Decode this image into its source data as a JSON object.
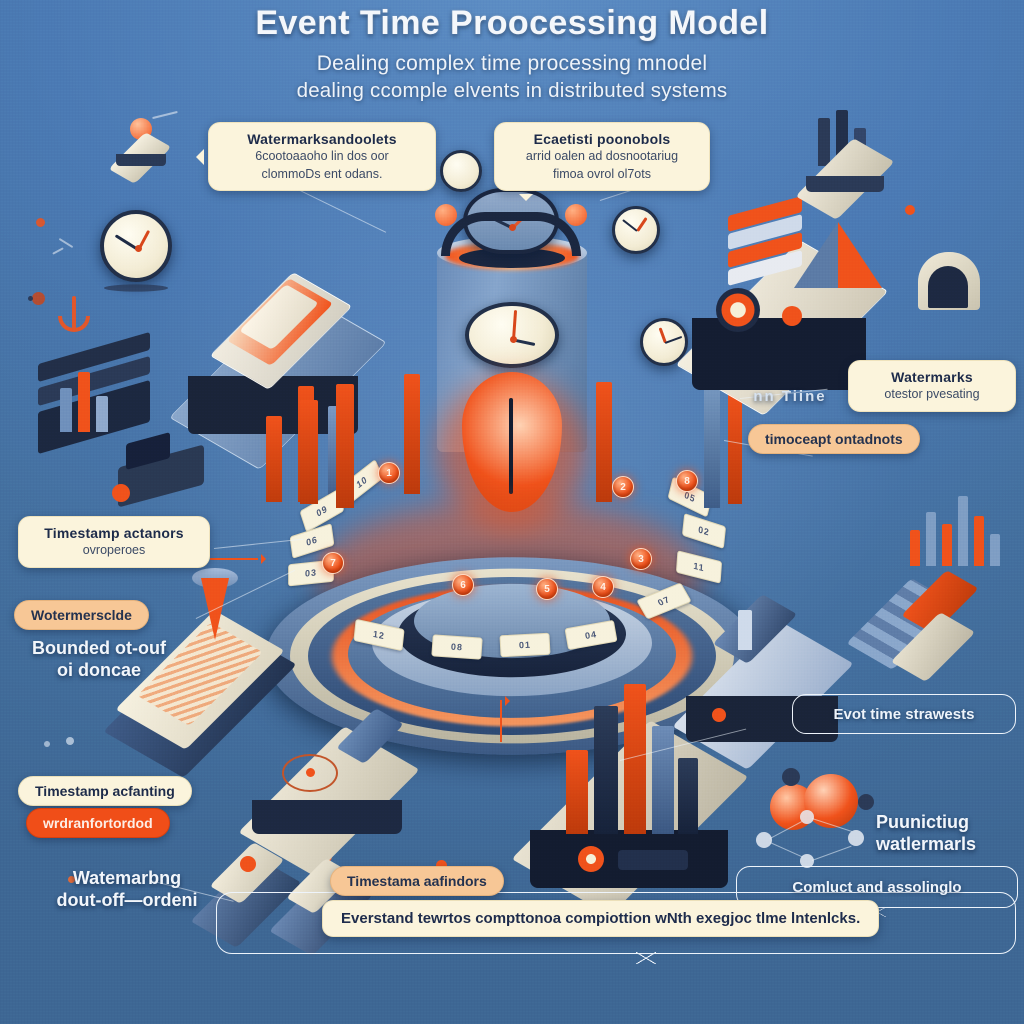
{
  "header": {
    "title": "Event Time Proocessing Model",
    "subtitle_line1": "Dealing complex time processing mnodel",
    "subtitle_line2": "dealing ccomple elvents in distributed systems"
  },
  "colors": {
    "background_blue": "#4b7ab4",
    "accent_orange": "#f0521b",
    "cream": "#fbf4dc",
    "peach": "#f7c796",
    "dark_navy": "#1e2b45",
    "steel": "#7f9ec4"
  },
  "callouts": [
    {
      "id": "watermarks-windows",
      "heading": "Watermarksandoolets",
      "body_line1": "6cootoaaoho lin dos oor",
      "body_line2": "clommoDs ent odans."
    },
    {
      "id": "event-protocols",
      "heading": "Ecaetisti poonobols",
      "body_line1": "arrid oalen ad dosnootariug",
      "body_line2": "fimoa ovrol ol7ots"
    },
    {
      "id": "watermarks-right",
      "heading": "Watermarks",
      "body_line1": "otestor pvesating"
    },
    {
      "id": "timestamp-allocators",
      "heading": "Timestamp actanors",
      "body_line1": "ovroperoes"
    }
  ],
  "pills": [
    {
      "id": "timestamp-annotations",
      "label": "timoceapt ontadnots",
      "style": "peach"
    },
    {
      "id": "watermarks-side",
      "label": "Wotermersclde",
      "style": "peach"
    },
    {
      "id": "timestamp-adjusting",
      "label": "Timestamp acfanting",
      "style": "cream"
    },
    {
      "id": "window-forwarded",
      "label": "wrdranfortordod",
      "style": "orange"
    },
    {
      "id": "timestamp-windows",
      "label": "Timestama aafindors",
      "style": "peach"
    }
  ],
  "free_labels": [
    {
      "id": "bounded-out-of-order",
      "line1": "Bounded ot-ouf",
      "line2": "oi doncae"
    },
    {
      "id": "watermarking-out-of-order",
      "line1": "Watemarbng",
      "line2": "dout-off—ordeni"
    },
    {
      "id": "punctuating-watermarks",
      "line1": "Puunictiug",
      "line2": "watlermarls"
    },
    {
      "id": "time-axis",
      "line1": "nn  Tiine",
      "line2": ""
    }
  ],
  "outline_boxes": [
    {
      "id": "event-time-strategies",
      "label": "Evot time strawests"
    },
    {
      "id": "conduct-and-resolving",
      "label": "Comluct and assolinglo"
    }
  ],
  "banner": {
    "id": "bottom-banner",
    "label": "Everstand tewrtos compttonoa compiottion wNth exegjoc tlme lntenlcks."
  },
  "dial_chips": [
    "09",
    "06",
    "03",
    "12",
    "08",
    "01",
    "04",
    "07",
    "11",
    "02",
    "05",
    "10"
  ],
  "nodes": [
    "1",
    "2",
    "3",
    "4",
    "5",
    "6",
    "7",
    "8"
  ],
  "clock_small_count": 5
}
